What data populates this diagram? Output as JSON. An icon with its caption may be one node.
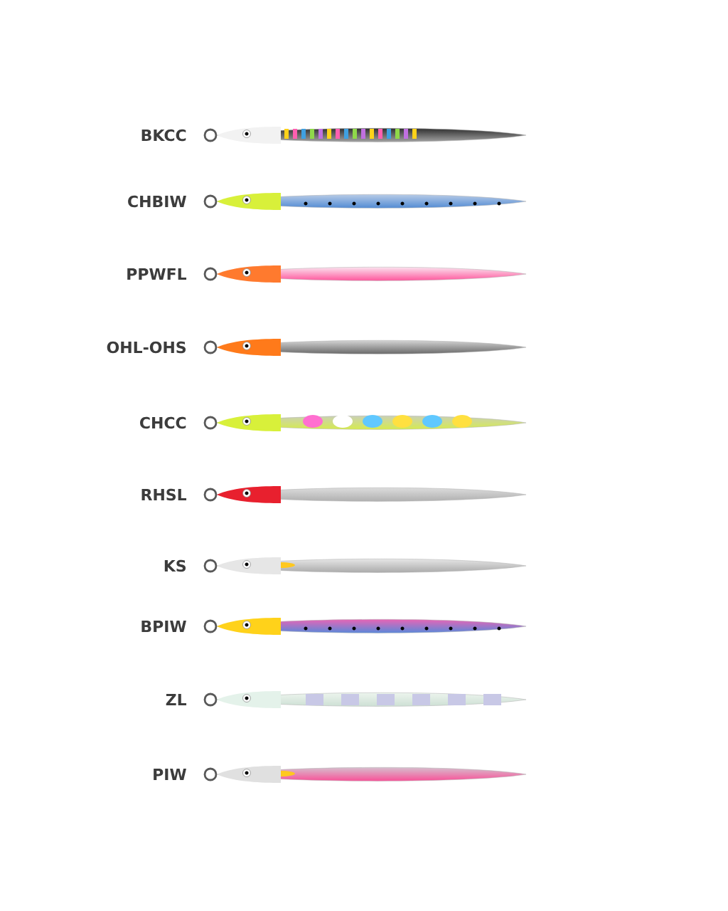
{
  "diagram": {
    "labels": [
      "BKCC",
      "CHBIW",
      "PPWFL",
      "OHL-OHS",
      "CHCC",
      "RHSL",
      "KS",
      "BPIW",
      "ZL",
      "PIW"
    ]
  }
}
